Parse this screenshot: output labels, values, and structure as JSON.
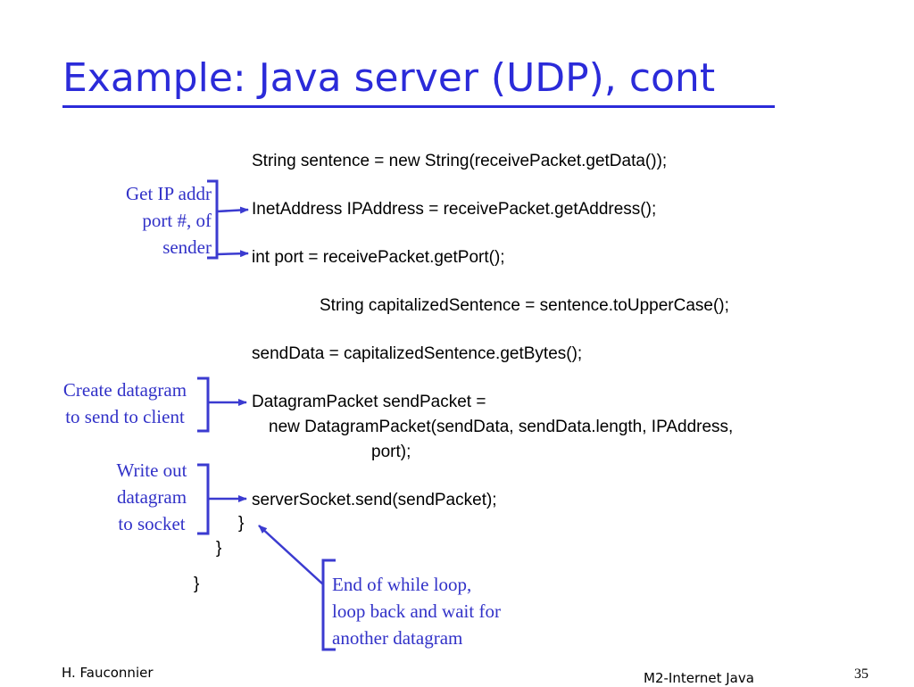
{
  "slide": {
    "title": "Example: Java server (UDP), cont",
    "page_number": "35"
  },
  "code": {
    "line1": "String sentence = new String(receivePacket.getData());",
    "line2": "InetAddress IPAddress = receivePacket.getAddress();",
    "line3": "int port = receivePacket.getPort();",
    "line4": "String capitalizedSentence = sentence.toUpperCase();",
    "line5": "sendData = capitalizedSentence.getBytes();",
    "line6": "DatagramPacket sendPacket =",
    "line7": "new DatagramPacket(sendData, sendData.length, IPAddress,",
    "line8": "port);",
    "line9": "serverSocket.send(sendPacket);",
    "brace1": "}",
    "brace2": "}",
    "brace3": "}"
  },
  "annotations": {
    "ip_port": [
      "Get IP addr",
      "port #, of",
      "sender"
    ],
    "create_datagram": [
      "Create datagram",
      "to send to client"
    ],
    "write_out": [
      "Write out",
      "datagram",
      "to socket"
    ],
    "end_loop": [
      "End of while loop,",
      "loop back and wait for",
      "another datagram"
    ]
  },
  "footer": {
    "author": "H. Fauconnier",
    "course": "M2-Internet Java"
  },
  "colors": {
    "accent": "#2b2bd9",
    "annotation_text": "#3232c8",
    "bracket": "#3b3bd0"
  }
}
